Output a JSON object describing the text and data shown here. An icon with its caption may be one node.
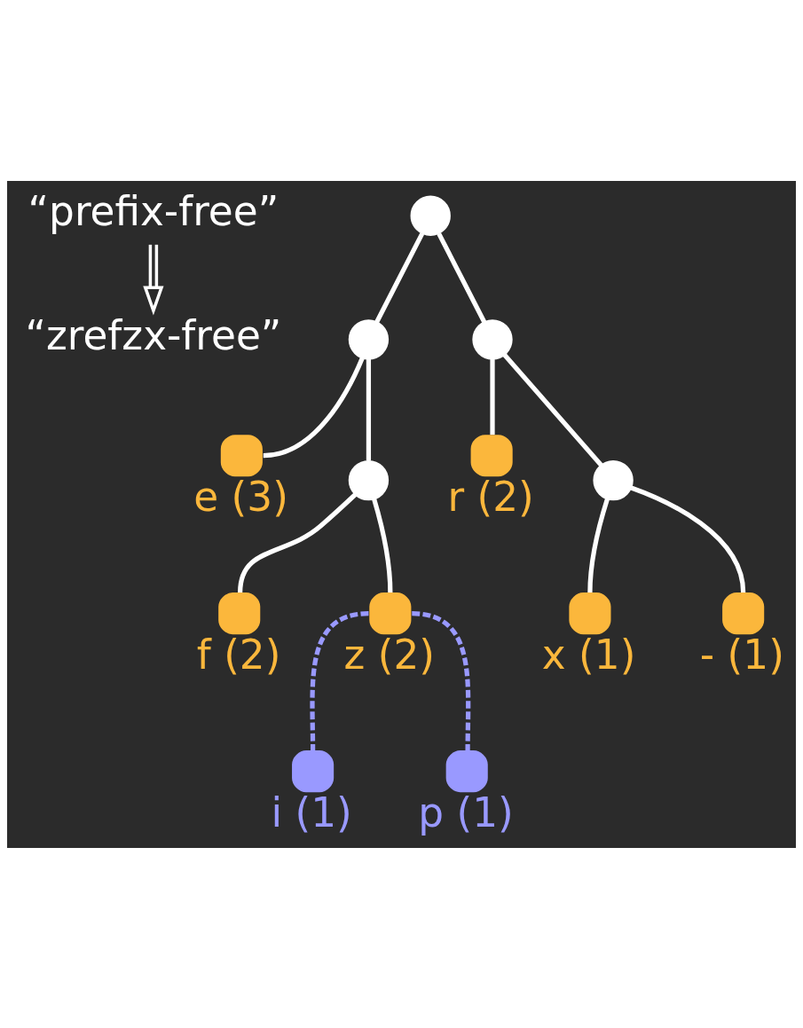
{
  "diagram": {
    "nodes": [
      {
        "text": [
          "“prefix-free”"
        ]
      },
      {
        "text": [
          "“zrefzx-free”"
        ]
      },
      {
        "text": [],
        "shape": "circle"
      },
      {
        "text": [],
        "shape": "circle"
      },
      {
        "text": [],
        "shape": "circle"
      },
      {
        "text": [],
        "shape": "circle",
        "beside": [
          "e (3)"
        ]
      },
      {
        "text": [],
        "shape": "circle"
      },
      {
        "text": [],
        "shape": "circle",
        "beside": [
          "r (2)"
        ]
      },
      {
        "text": [],
        "shape": "circle"
      },
      {
        "text": [],
        "shape": "circle",
        "beside": [
          "f (2)"
        ]
      },
      {
        "text": [],
        "shape": "circle",
        "beside": [
          "z (2)"
        ]
      },
      {
        "text": [],
        "shape": "circle",
        "beside": [
          "x (1)"
        ]
      },
      {
        "text": [],
        "shape": "circle",
        "beside": [
          "- (1)"
        ]
      },
      {
        "text": [],
        "shape": "circle",
        "beside": [
          "i (1)"
        ]
      },
      {
        "text": [],
        "shape": "circle",
        "beside": [
          "p (1)"
        ]
      }
    ],
    "edges": [
      {
        "from": 0,
        "to": 1,
        "arrow": "to"
      },
      {
        "from": 2,
        "to": 3,
        "arrow": "none"
      },
      {
        "from": 2,
        "to": 4,
        "arrow": "none"
      },
      {
        "from": 3,
        "to": 5,
        "arrow": "none"
      },
      {
        "from": 3,
        "to": 6,
        "arrow": "none"
      },
      {
        "from": 4,
        "to": 7,
        "arrow": "none"
      },
      {
        "from": 4,
        "to": 8,
        "arrow": "none"
      },
      {
        "from": 6,
        "to": 9,
        "arrow": "none"
      },
      {
        "from": 6,
        "to": 10,
        "arrow": "none"
      },
      {
        "from": 8,
        "to": 11,
        "arrow": "none"
      },
      {
        "from": 8,
        "to": 12,
        "arrow": "none"
      },
      {
        "from": 10,
        "to": 13,
        "arrow": "none",
        "style": "dashed",
        "color": "#9999ff"
      },
      {
        "from": 10,
        "to": 14,
        "arrow": "none",
        "style": "dashed",
        "color": "#9999ff"
      }
    ]
  }
}
